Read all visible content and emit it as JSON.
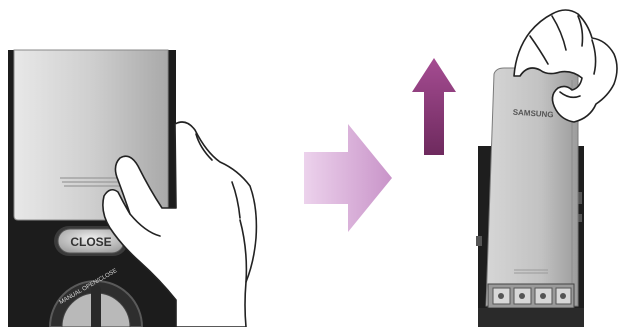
{
  "left_panel": {
    "close_button_label": "CLOSE",
    "manual_label": "MANUAL OPEN/CLOSE"
  },
  "right_panel": {
    "brand": "SAMSUNG"
  },
  "colors": {
    "arrow_right": "#d9b3d9",
    "arrow_up": "#8b3a78",
    "cover_silver": "#c9c9c9",
    "body_dark": "#1f1f1f"
  },
  "icons": {
    "right_arrow": "arrow-right-icon",
    "up_arrow": "arrow-up-icon",
    "hand": "hand-icon"
  }
}
